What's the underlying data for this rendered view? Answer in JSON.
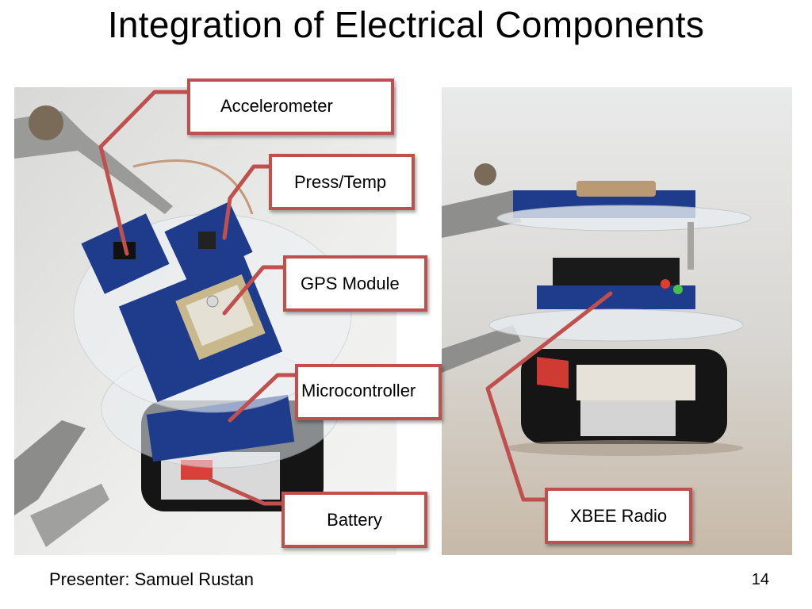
{
  "slide": {
    "title": "Integration of Electrical Components",
    "presenter": "Presenter: Samuel Rustan",
    "page_number": "14"
  },
  "callouts": {
    "accelerometer": "Accelerometer",
    "press_temp": "Press/Temp",
    "gps_module": "GPS Module",
    "microcontroller": "Microcontroller",
    "battery": "Battery",
    "xbee_radio": "XBEE Radio"
  },
  "colors": {
    "callout_border": "#c0504d",
    "connector_line": "#c0504d",
    "board_blue": "#1f3c8c",
    "battery_black": "#151515"
  }
}
